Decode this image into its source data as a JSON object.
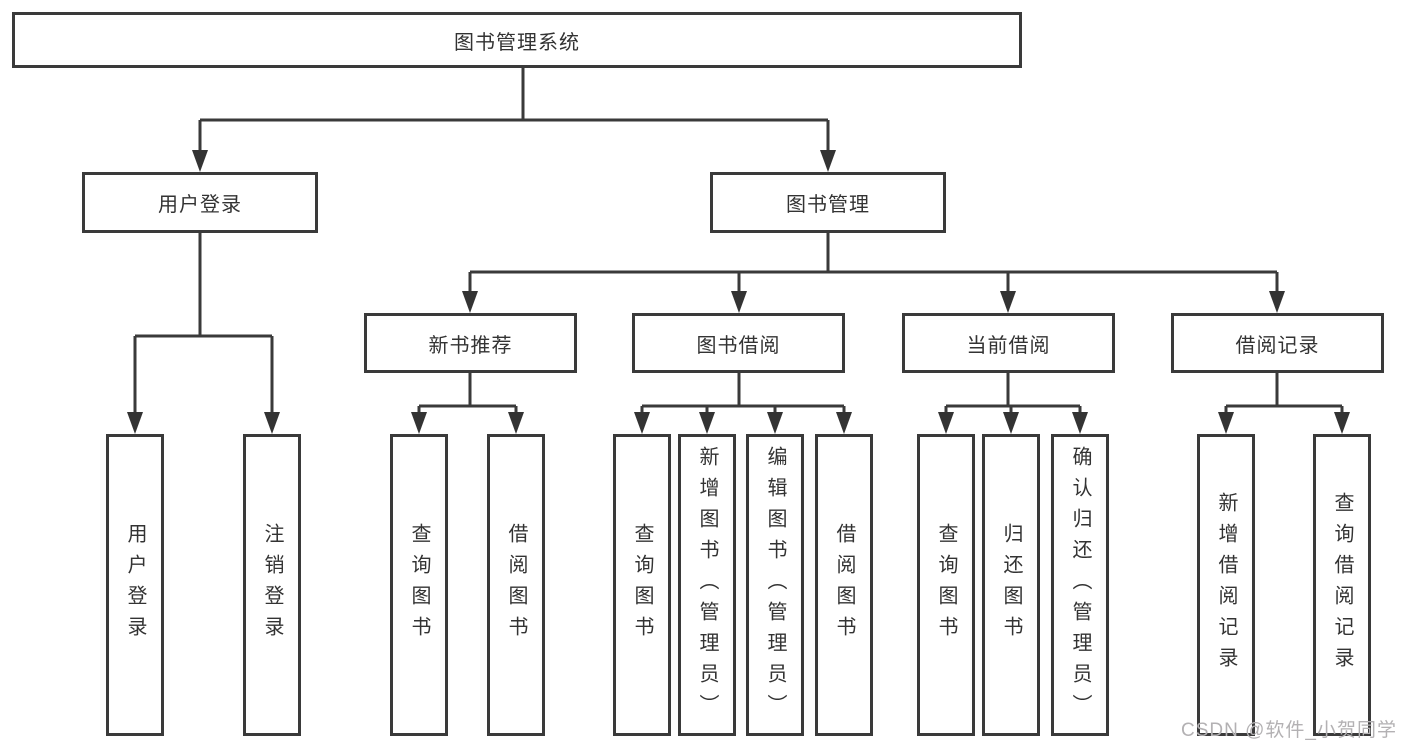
{
  "diagram_type": "tree",
  "colors": {
    "line": "#3a3a3a",
    "box_border": "#3a3a3a",
    "box_background": "#ffffff",
    "text": "#333333",
    "watermark_text": "#b3b1b3"
  },
  "watermark": "CSDN @软件_小贺同学",
  "tree": {
    "label": "图书管理系统",
    "children": [
      {
        "label": "用户登录",
        "children": [
          {
            "label": "用户登录"
          },
          {
            "label": "注销登录"
          }
        ]
      },
      {
        "label": "图书管理",
        "children": [
          {
            "label": "新书推荐",
            "children": [
              {
                "label": "查询图书"
              },
              {
                "label": "借阅图书"
              }
            ]
          },
          {
            "label": "图书借阅",
            "children": [
              {
                "label": "查询图书"
              },
              {
                "label": "新增图书（管理员）"
              },
              {
                "label": "编辑图书（管理员）"
              },
              {
                "label": "借阅图书"
              }
            ]
          },
          {
            "label": "当前借阅",
            "children": [
              {
                "label": "查询图书"
              },
              {
                "label": "归还图书"
              },
              {
                "label": "确认归还（管理员）"
              }
            ]
          },
          {
            "label": "借阅记录",
            "children": [
              {
                "label": "新增借阅记录"
              },
              {
                "label": "查询借阅记录"
              }
            ]
          }
        ]
      }
    ]
  }
}
